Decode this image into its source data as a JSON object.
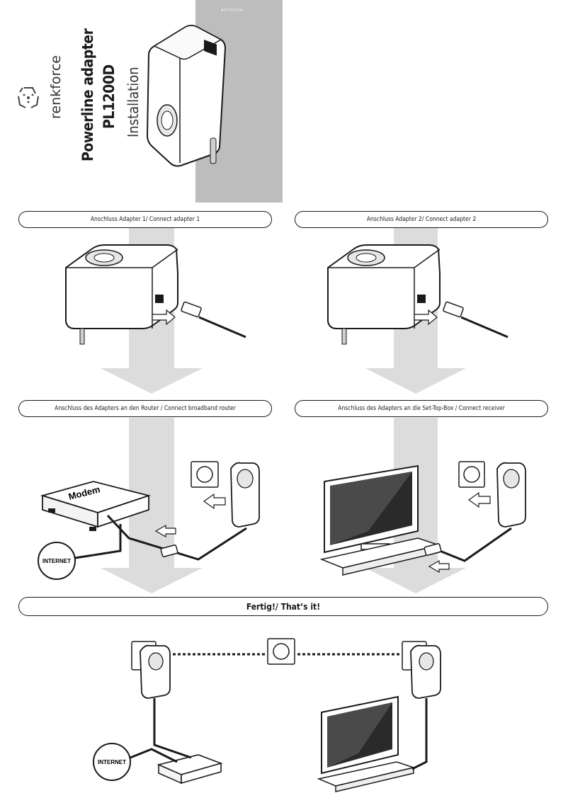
{
  "cover": {
    "brand": "renkforce",
    "title_line1": "Powerline adapter",
    "title_line2": "PL1200D",
    "title_line3": "Installation",
    "code": "#4713/1234"
  },
  "steps": [
    {
      "label": "Anschluss Adapter 1/ Connect adapter 1"
    },
    {
      "label": "Anschluss Adapter 2/ Connect adapter 2"
    },
    {
      "label": "Anschluss des Adapters an den Router / Connect broadband router"
    },
    {
      "label": "Anschluss des Adapters an die Set-Top-Box / Connect receiver"
    }
  ],
  "final": {
    "label": "Fertig!/ That’s it!"
  },
  "device_labels": {
    "modem": "Modem",
    "internet": "INTERNET"
  },
  "colors": {
    "band": "#bdbdbd",
    "arrow": "#dcdcdc",
    "line": "#1a1a1a"
  },
  "icons": [
    "renkforce-logo",
    "powerline-adapter",
    "ethernet-cable",
    "wall-socket",
    "modem",
    "tv",
    "push-arrow",
    "flow-arrow"
  ]
}
